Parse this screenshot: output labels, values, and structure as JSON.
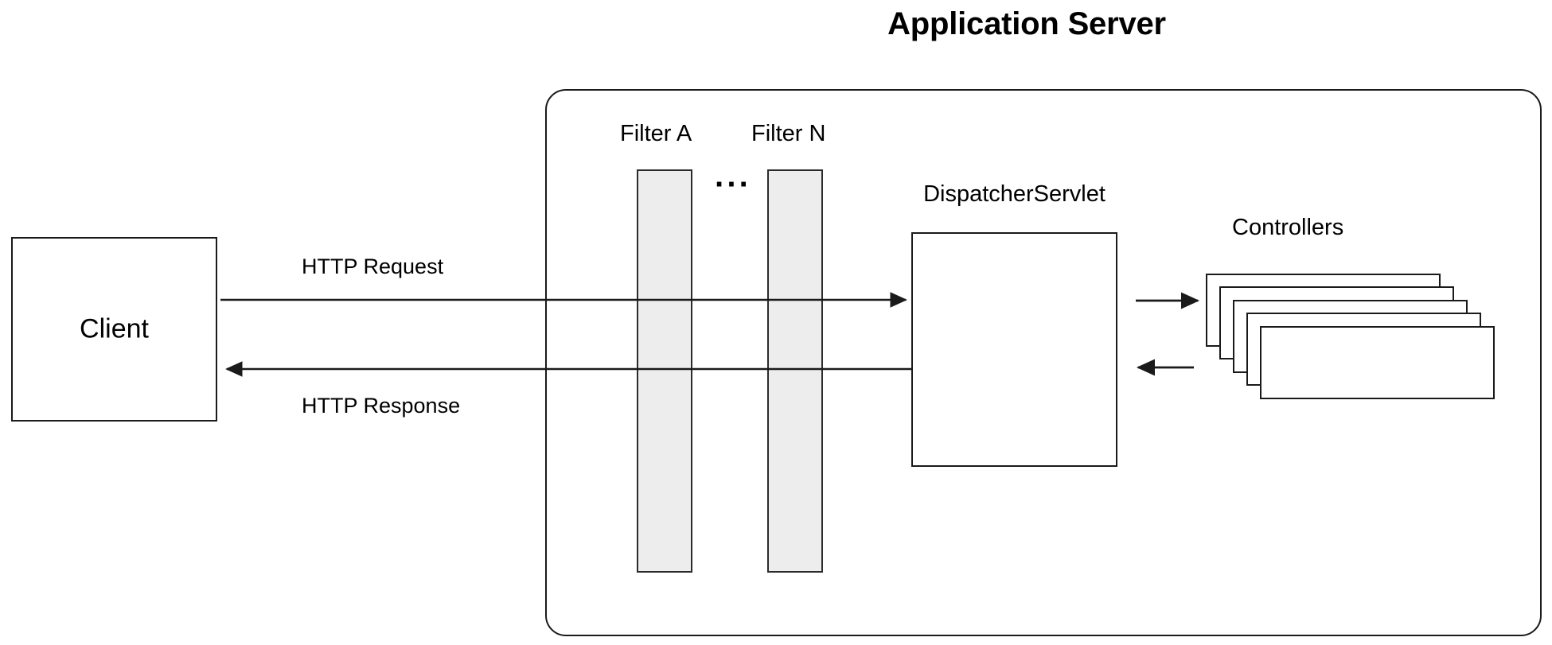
{
  "title": "Application Server",
  "nodes": {
    "client": {
      "label": "Client"
    },
    "dispatcher": {
      "label": "DispatcherServlet"
    },
    "controllers": {
      "label": "Controllers",
      "count": 5
    },
    "filters": {
      "first_label": "Filter A",
      "last_label": "Filter N",
      "ellipsis": "···"
    }
  },
  "edges": {
    "request_label": "HTTP Request",
    "response_label": "HTTP Response"
  },
  "colors": {
    "stroke": "#1a1a1a",
    "filter_fill": "#ededed",
    "background": "#ffffff"
  },
  "chart_data": {
    "type": "diagram",
    "title": "Application Server",
    "nodes": [
      {
        "id": "client",
        "label": "Client",
        "shape": "rectangle"
      },
      {
        "id": "filter-a",
        "label": "Filter A",
        "shape": "rectangle",
        "fill": "#ededed"
      },
      {
        "id": "filter-n",
        "label": "Filter N",
        "shape": "rectangle",
        "fill": "#ededed"
      },
      {
        "id": "dispatcher",
        "label": "DispatcherServlet",
        "shape": "rectangle"
      },
      {
        "id": "controllers",
        "label": "Controllers",
        "shape": "stacked-rectangles",
        "count": 5
      }
    ],
    "edges": [
      {
        "from": "client",
        "to": "dispatcher",
        "label": "HTTP Request",
        "direction": "right"
      },
      {
        "from": "dispatcher",
        "to": "client",
        "label": "HTTP Response",
        "direction": "left"
      },
      {
        "from": "dispatcher",
        "to": "controllers",
        "label": "",
        "direction": "right"
      },
      {
        "from": "controllers",
        "to": "dispatcher",
        "label": "",
        "direction": "left"
      }
    ],
    "container": {
      "label": "Application Server",
      "contains": [
        "filter-a",
        "filter-n",
        "dispatcher",
        "controllers"
      ]
    }
  }
}
